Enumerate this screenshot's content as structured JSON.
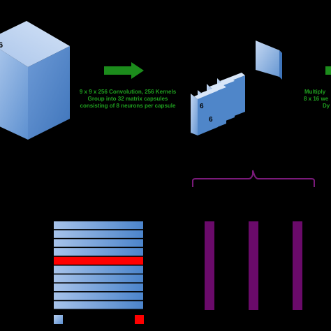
{
  "cube_label": "6",
  "conv_label": {
    "line1": "9 x 9 x 256 Convolution, 256 Kernels",
    "line2": "Group into 32 matrix capsules",
    "line3": "consisting of 8 neurons per capsule"
  },
  "capsule_labels": [
    "6",
    "6"
  ],
  "mult_label": {
    "line1": "Multiply",
    "line2": "8 x 16 we",
    "line3": "Dy"
  },
  "colors": {
    "background": "#000000",
    "arrow": "#1c8c1c",
    "label_text": "#1fa01f",
    "block_light": "#b8d0f0",
    "block_dark": "#4c86cc",
    "highlight_row": "#ff0000",
    "bracket": "#7a1a7a",
    "bar": "#6a0a6a"
  },
  "stack_rows": 10,
  "highlight_row_index": 4,
  "bar_count": 3
}
